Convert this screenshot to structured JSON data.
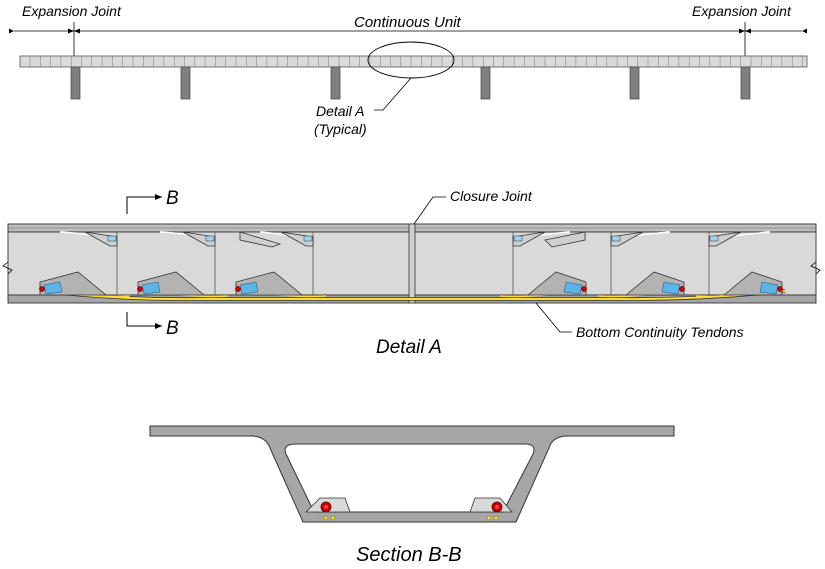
{
  "elevation": {
    "expansion_joint_left": "Expansion Joint",
    "expansion_joint_right": "Expansion Joint",
    "continuous_unit": "Continuous Unit",
    "detail_callout_line1": "Detail A",
    "detail_callout_line2": "(Typical)"
  },
  "detail_a": {
    "section_mark_top": "B",
    "section_mark_bottom": "B",
    "closure_joint": "Closure Joint",
    "bottom_tendons": "Bottom Continuity Tendons",
    "title": "Detail A"
  },
  "section": {
    "title": "Section B-B"
  },
  "colors": {
    "concrete_fill": "#d9d9d9",
    "concrete_dark": "#a6a6a6",
    "pier_fill": "#7f7f7f",
    "tendon_yellow": "#ffe033",
    "anchor_blue": "#5ab4e6",
    "duct_red": "#cc0000"
  }
}
